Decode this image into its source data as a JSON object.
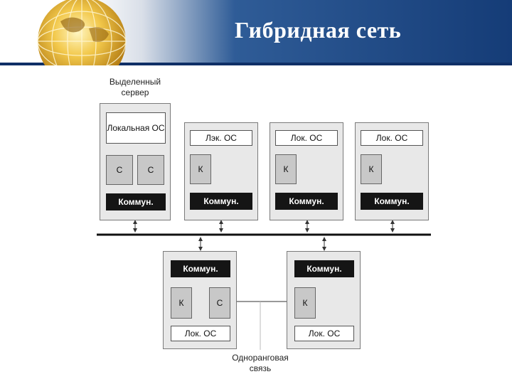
{
  "slide": {
    "title": "Гибридная сеть",
    "server_label_line1": "Выделенный",
    "server_label_line2": "сервер",
    "peer_label_line1": "Одноранговая",
    "peer_label_line2": "связь"
  },
  "server": {
    "os": "Локальная ОС",
    "procs": [
      "С",
      "С"
    ],
    "comm": "Коммун."
  },
  "top_nodes": [
    {
      "os": "Лэк. ОС",
      "proc": "К",
      "comm": "Коммун."
    },
    {
      "os": "Лок. ОС",
      "proc": "К",
      "comm": "Коммун."
    },
    {
      "os": "Лок. ОС",
      "proc": "К",
      "comm": "Коммун."
    }
  ],
  "bottom_nodes": [
    {
      "comm": "Коммун.",
      "procs": [
        "К",
        "С"
      ],
      "os": "Лок. ОС"
    },
    {
      "comm": "Коммун.",
      "procs": [
        "К"
      ],
      "os": "Лок. ОС"
    }
  ],
  "colors": {
    "header_dark": "#153c77",
    "title_text": "#ffffff",
    "comm_block": "#151515",
    "node_fill": "#e8e8e8"
  }
}
